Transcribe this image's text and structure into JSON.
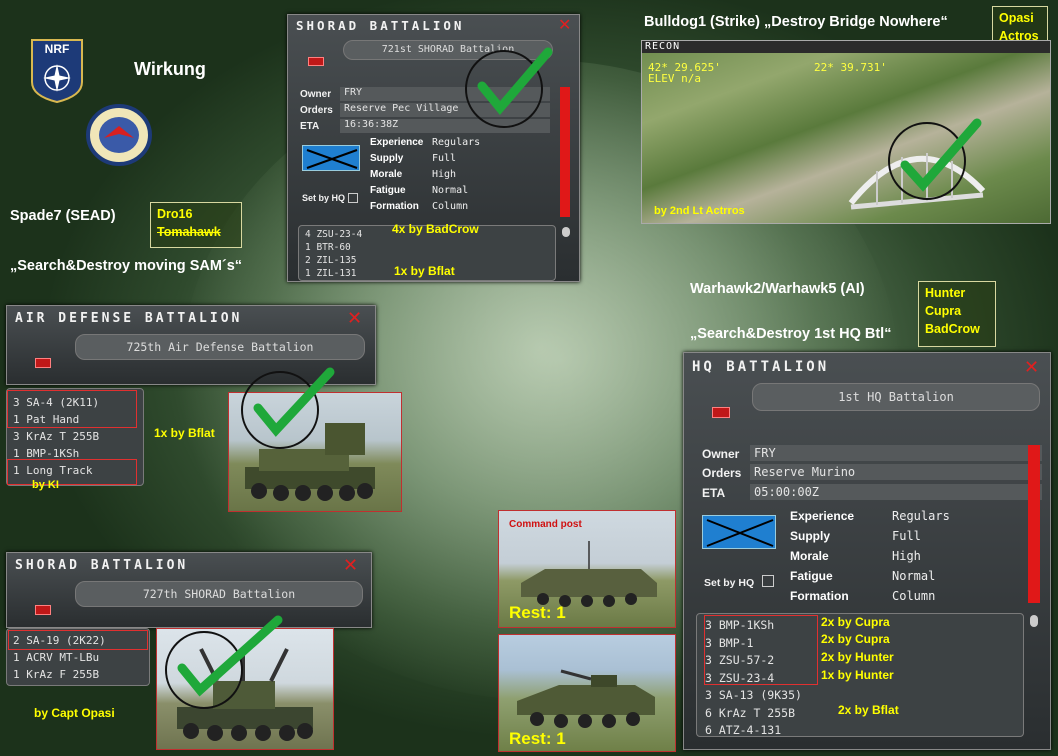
{
  "slide": {
    "title": "Wirkung",
    "headers": {
      "spade": "Spade7 (SEAD)",
      "spade_task": "„Search&Destroy moving SAM´s“",
      "bulldog": "Bulldog1 (Strike) „Destroy Bridge Nowhere“",
      "warhawk": "Warhawk2/Warhawk5  (AI)",
      "warhawk_task": "„Search&Destroy 1st HQ Btl“"
    },
    "notes": {
      "spade_line1": "Dro16",
      "spade_line2": "Tomahawk",
      "bulldog_line1": "Opasi",
      "bulldog_line2": "Actros",
      "warhawk_line1": "Hunter",
      "warhawk_line2": "Cupra",
      "warhawk_line3": "BadCrow"
    },
    "nrf_label": "NRF"
  },
  "shorad721": {
    "title": "SHORAD BATTALION",
    "name": "721st SHORAD Battalion",
    "owner_label": "Owner",
    "owner": "FRY",
    "orders_label": "Orders",
    "orders": "Reserve Pec Village",
    "eta_label": "ETA",
    "eta": "16:36:38Z",
    "set_by_hq": "Set by HQ",
    "stats": [
      {
        "k": "Experience",
        "v": "Regulars"
      },
      {
        "k": "Supply",
        "v": "Full"
      },
      {
        "k": "Morale",
        "v": "High"
      },
      {
        "k": "Fatigue",
        "v": "Normal"
      },
      {
        "k": "Formation",
        "v": "Column"
      }
    ],
    "units": [
      "4 ZSU-23-4",
      "1 BTR-60",
      "2 ZIL-135",
      "1 ZIL-131"
    ],
    "kill_a": "4x by BadCrow",
    "kill_b": "1x by Bflat"
  },
  "recon": {
    "label": "RECON",
    "coord_a": "42* 29.625'",
    "coord_b": "22* 39.731'",
    "elev": "ELEV n/a",
    "credit": "by 2nd Lt Actrros"
  },
  "ad725": {
    "title": "AIR DEFENSE BATTALION",
    "name": "725th Air Defense Battalion",
    "units": [
      "3 SA-4 (2K11)",
      "1 Pat Hand",
      "3 KrAz T 255B",
      "1 BMP-1KSh",
      "1 Long Track"
    ],
    "kill_a": "1x by Bflat",
    "kill_b": "by KI"
  },
  "shorad727": {
    "title": "SHORAD BATTALION",
    "name": "727th SHORAD Battalion",
    "units": [
      "2 SA-19 (2K22)",
      "1 ACRV MT-LBu",
      "1 KrAz F 255B"
    ],
    "credit": "by Capt Opasi"
  },
  "command_post": {
    "label": "Command post",
    "rest_a": "Rest: 1",
    "rest_b": "Rest: 1"
  },
  "hq1": {
    "title": "HQ BATTALION",
    "name": "1st HQ Battalion",
    "owner_label": "Owner",
    "owner": "FRY",
    "orders_label": "Orders",
    "orders": "Reserve Murino",
    "eta_label": "ETA",
    "eta": "05:00:00Z",
    "set_by_hq": "Set by HQ",
    "stats": [
      {
        "k": "Experience",
        "v": "Regulars"
      },
      {
        "k": "Supply",
        "v": "Full"
      },
      {
        "k": "Morale",
        "v": "High"
      },
      {
        "k": "Fatigue",
        "v": "Normal"
      },
      {
        "k": "Formation",
        "v": "Column"
      }
    ],
    "units": [
      "3 BMP-1KSh",
      "3 BMP-1",
      "3 ZSU-57-2",
      "3 ZSU-23-4",
      "3 SA-13 (9K35)",
      "6 KrAz T 255B",
      "6 ATZ-4-131"
    ],
    "kills": [
      "2x by Cupra",
      "2x by Cupra",
      "2x by Hunter",
      "1x by Hunter",
      "2x by Bflat"
    ]
  },
  "colors": {
    "accent": "#ffff00",
    "alert": "#e01818",
    "check": "#1fa83a"
  }
}
